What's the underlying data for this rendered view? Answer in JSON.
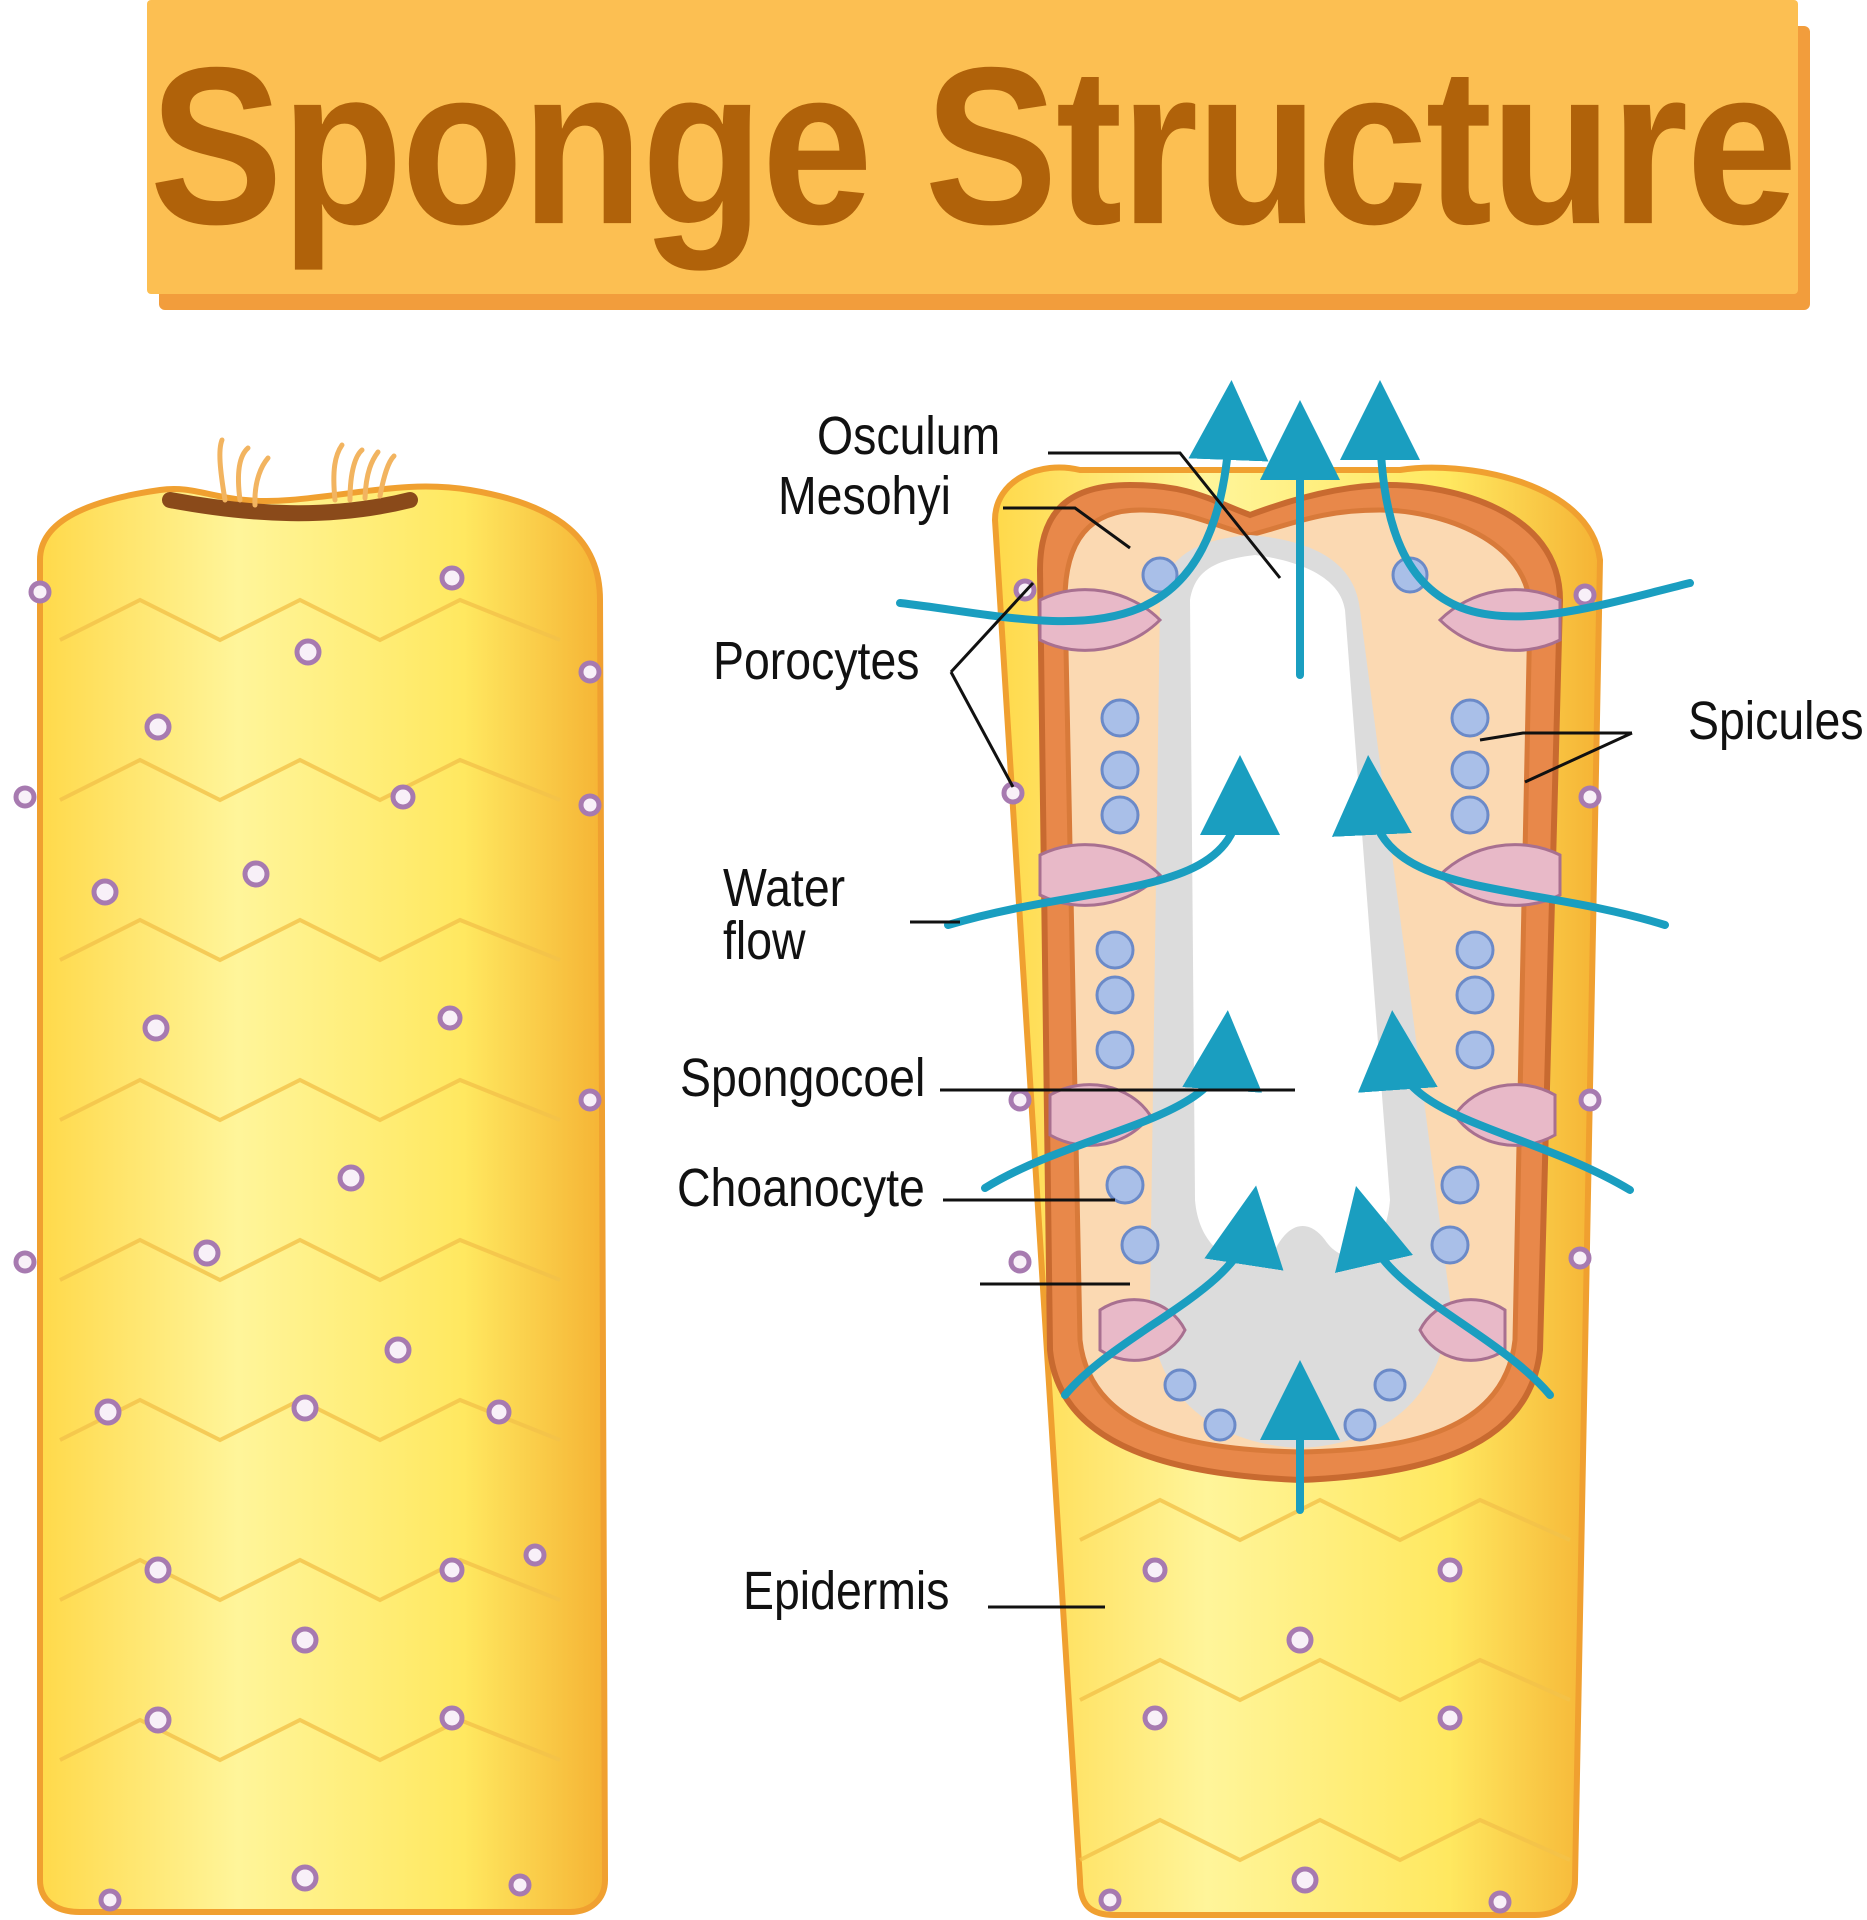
{
  "title": "Sponge Structure",
  "labels": {
    "osculum": "Osculum",
    "mesohyl": "Mesohyi",
    "porocytes": "Porocytes",
    "water_flow": "Water\nflow",
    "spongocoel": "Spongocoel",
    "choanocyte": "Choanocyte",
    "spicules": "Spicules",
    "epidermis": "Epidermis"
  },
  "colors": {
    "banner": "#fcbf52",
    "banner_shadow": "#f29d3c",
    "title_text": "#b0620a",
    "body_yellow": "#ffe15a",
    "body_light": "#fff7a0",
    "body_edge": "#f0a030",
    "inner_layer": "#e08a4a",
    "mesohyl_fill": "#fbd9b2",
    "spongocoel": "#dddddd",
    "water_arrow": "#1a9ec0",
    "pore": "#b47fb4",
    "choanocyte": "#9fb7e3"
  }
}
